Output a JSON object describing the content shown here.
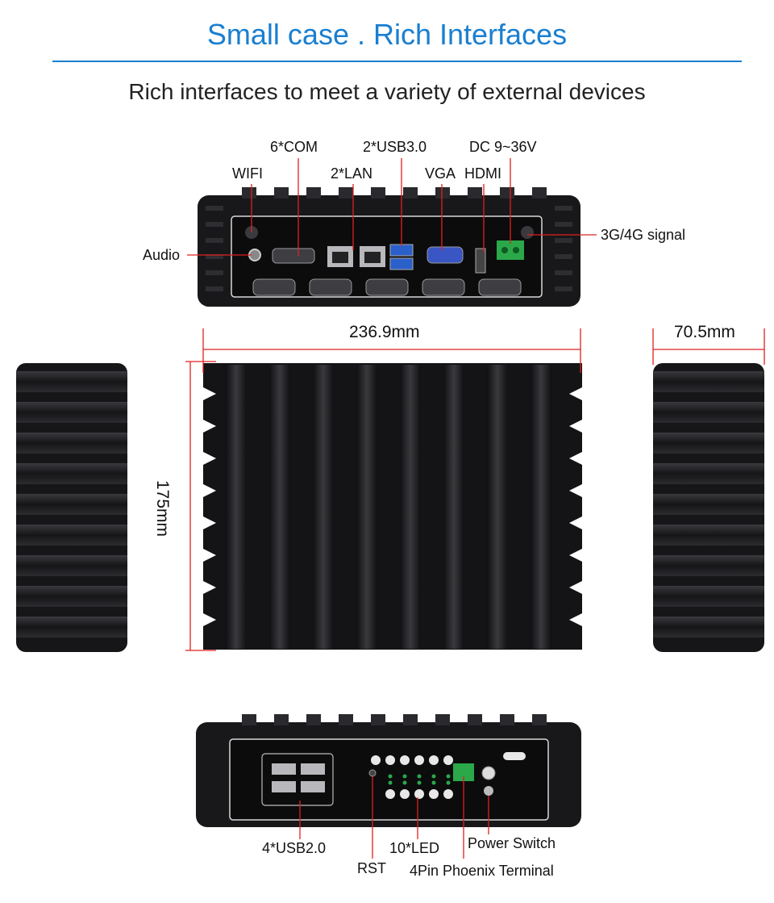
{
  "header": {
    "title": "Small case . Rich Interfaces",
    "subtitle": "Rich interfaces to meet a variety of external devices"
  },
  "front_panel_labels": {
    "com": "6*COM",
    "usb3": "2*USB3.0",
    "dc": "DC 9~36V",
    "wifi": "WIFI",
    "lan": "2*LAN",
    "vga": "VGA",
    "hdmi": "HDMI",
    "signal": "3G/4G signal",
    "audio": "Audio"
  },
  "dimensions": {
    "width": "236.9mm",
    "depth": "70.5mm",
    "height": "175mm"
  },
  "rear_panel_labels": {
    "usb2": "4*USB2.0",
    "led": "10*LED",
    "power": "Power Switch",
    "rst": "RST",
    "phoenix": "4Pin Phoenix Terminal"
  },
  "colors": {
    "title": "#1a7fd0",
    "callout_line": "#e02020",
    "device_body": "#1c1c1e"
  }
}
